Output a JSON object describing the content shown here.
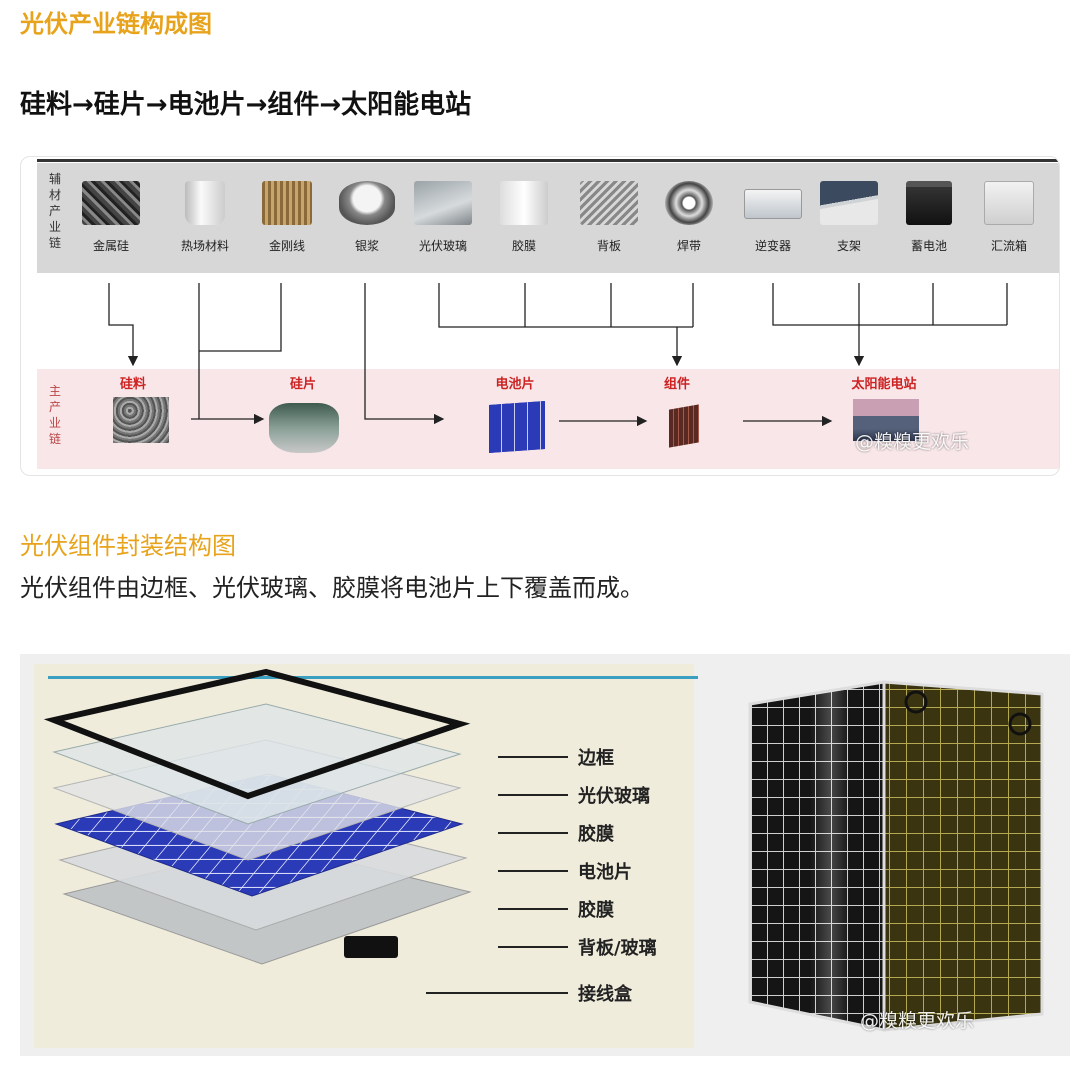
{
  "section1": {
    "title": "光伏产业链构成图",
    "flow": "硅料→硅片→电池片→组件→太阳能电站"
  },
  "figure1": {
    "aux_label": "辅材产业链",
    "main_label": "主产业链",
    "materials": [
      "金属硅",
      "热场材料",
      "金刚线",
      "银浆",
      "光伏玻璃",
      "胶膜",
      "背板",
      "焊带",
      "逆变器",
      "支架",
      "蓄电池",
      "汇流箱"
    ],
    "stages": [
      "硅料",
      "硅片",
      "电池片",
      "组件",
      "太阳能电站"
    ],
    "watermark": "@糗糗更欢乐"
  },
  "section2": {
    "title": "光伏组件封装结构图",
    "description": "光伏组件由边框、光伏玻璃、胶膜将电池片上下覆盖而成。"
  },
  "figure2": {
    "layers": [
      "边框",
      "光伏玻璃",
      "胶膜",
      "电池片",
      "胶膜",
      "背板/玻璃",
      "接线盒"
    ],
    "watermark": "@糗糗更欢乐"
  },
  "colors": {
    "heading_orange": "#e8a31c",
    "aux_band": "#d7d7d7",
    "main_band": "#f8e6e8",
    "stage_red": "#cc2222",
    "cell_blue": "#2b3bb8"
  }
}
